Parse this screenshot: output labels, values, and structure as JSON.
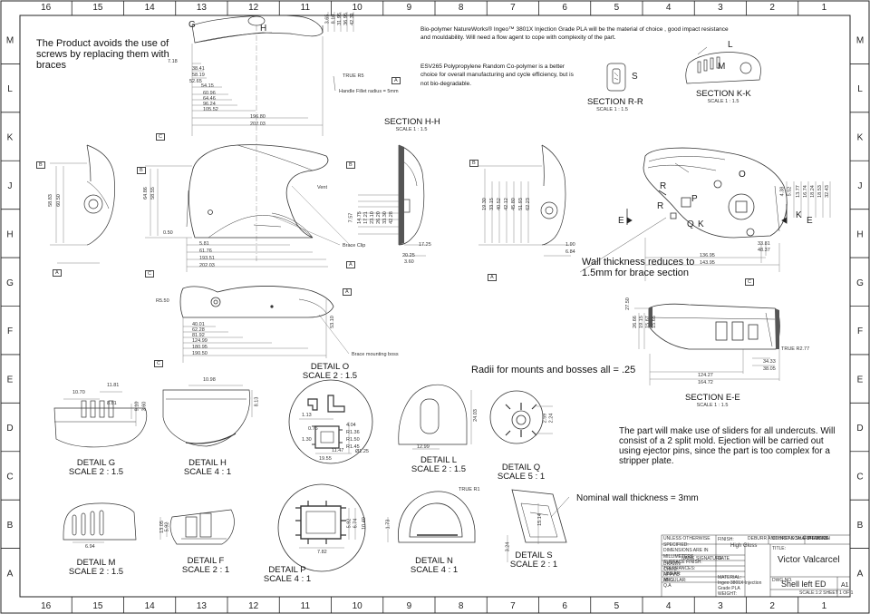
{
  "border": {
    "cols_top": [
      "16",
      "15",
      "14",
      "13",
      "12",
      "11",
      "10",
      "9",
      "8",
      "7",
      "6",
      "5",
      "4",
      "3",
      "2",
      "1"
    ],
    "cols_bottom": [
      "16",
      "15",
      "14",
      "13",
      "12",
      "11",
      "10",
      "9",
      "8",
      "7",
      "6",
      "5",
      "4",
      "3",
      "2",
      "1"
    ],
    "rows": [
      "M",
      "L",
      "K",
      "J",
      "H",
      "G",
      "F",
      "E",
      "D",
      "C",
      "B",
      "A"
    ]
  },
  "notes": {
    "screws": "The Product avoids the use of screws by replacing them with braces",
    "material_pla": "Bio-polymer NatureWorks® Ingeo™ 3801X Injection Grade PLA will be the material of choice , good impact resistance and mouldability. Will need a flow agent to cope with complexity of the part.",
    "material_esv": "ESV265 Polypropylene Random Co-polymer is a better choice for overall manufacturing and cycle efficiency, but is not bio-degradable.",
    "handle_fillet": "Handle Fillet radius = 5mm",
    "vent": "Vent",
    "brace_clip": "Brace Clip",
    "brace_boss": "Brace mounting boss",
    "wall_reduce": "Wall thickness reduces to 1.5mm for brace section",
    "radii": "Radii for mounts and bosses all = .25",
    "sliders": "The part will make use of sliders for all undercuts. Will consist of a 2 split mold. Ejection will be carried out using ejector pins, since the part is too complex for a stripper plate.",
    "nominal_wall": "Nominal wall thickness = 3mm"
  },
  "views": {
    "section_h": {
      "name": "SECTION H-H",
      "scale": "SCALE 1 : 1.5"
    },
    "section_rr": {
      "name": "SECTION R-R",
      "scale": "SCALE 1 : 1.5"
    },
    "section_kk": {
      "name": "SECTION K-K",
      "scale": "SCALE 1 : 1.5"
    },
    "section_ee": {
      "name": "SECTION E-E",
      "scale": "SCALE 1 : 1.5"
    },
    "detail_o": {
      "name": "DETAIL O",
      "scale": "SCALE 2 : 1.5"
    },
    "detail_g": {
      "name": "DETAIL G",
      "scale": "SCALE 2 : 1.5"
    },
    "detail_h": {
      "name": "DETAIL H",
      "scale": "SCALE 4 : 1"
    },
    "detail_l": {
      "name": "DETAIL L",
      "scale": "SCALE 2 : 1.5"
    },
    "detail_q": {
      "name": "DETAIL Q",
      "scale": "SCALE 5 : 1"
    },
    "detail_m": {
      "name": "DETAIL M",
      "scale": "SCALE 2 : 1.5"
    },
    "detail_f": {
      "name": "DETAIL F",
      "scale": "SCALE 2 : 1"
    },
    "detail_p": {
      "name": "DETAIL P",
      "scale": "SCALE 4 : 1"
    },
    "detail_n": {
      "name": "DETAIL N",
      "scale": "SCALE 4 : 1"
    },
    "detail_s": {
      "name": "DETAIL S",
      "scale": "SCALE 2 : 1"
    }
  },
  "view_letters": {
    "g": "G",
    "h": "H",
    "l": "L",
    "m": "M",
    "s": "S",
    "o": "O",
    "r1": "R",
    "r2": "R",
    "p": "P",
    "q": "Q",
    "k1": "K",
    "k2": "K",
    "e1": "E",
    "e2": "E",
    "ref_a": "A",
    "ref_b": "B",
    "ref_c": "C"
  },
  "dims": {
    "top_left": [
      "7.18",
      "38.41",
      "58.19",
      "52.65",
      "54.15",
      "60.96",
      "64.46",
      "96.24",
      "105.52",
      "196.80",
      "202.03"
    ],
    "top_right": [
      "3.65",
      "8.10",
      "31.96",
      "36.95",
      "42.31"
    ],
    "true_r5": "TRUE R5",
    "side": [
      "58.83",
      "60.50"
    ],
    "front": [
      "64.86",
      "58.55",
      "0.50",
      "5.81",
      "61.76",
      "193.51",
      "202.03"
    ],
    "section_h": [
      "7.57",
      "14.75",
      "17.21",
      "23.10",
      "26.20",
      "33.30",
      "42.28",
      "17.25",
      "20.25",
      "3.60"
    ],
    "right_side": [
      "19.30",
      "33.15",
      "40.52",
      "42.12",
      "45.80",
      "51.93",
      "62.23",
      "1.90",
      "6.84"
    ],
    "plan": [
      "R5.50",
      "40.01",
      "62.28",
      "81.92",
      "124.99",
      "180.95",
      "190.50"
    ],
    "plan_v": [
      "53.10"
    ],
    "section_j": [
      "4.38",
      "5.52",
      "13.77",
      "16.74",
      "18.24",
      "18.53",
      "32.43",
      "33.81",
      "48.37",
      "136.95",
      "143.95"
    ],
    "section_ee": [
      "27.50",
      "26.66",
      "19.15",
      "15.67",
      "15.65",
      "TRUE R2.77",
      "34.33",
      "38.05",
      "124.27",
      "164.72"
    ],
    "detail_g": [
      "10.70",
      "11.81",
      "8.81",
      "9.10",
      "3.60"
    ],
    "detail_h": [
      "10.98",
      "8.13"
    ],
    "detail_o": [
      "1.13",
      "0.76",
      "4.04",
      "R1.36",
      "1.30",
      "R1.50",
      "R1.45",
      "11.47",
      "19.55",
      "Ø1.25"
    ],
    "detail_l": [
      "24.03",
      "12.99"
    ],
    "detail_q": [
      "2.59",
      "2.24"
    ],
    "detail_m": [
      "6.94"
    ],
    "detail_f": [
      "13.05",
      "5.92"
    ],
    "detail_p": [
      "5.92",
      "6.74",
      "10.40",
      "7.82"
    ],
    "detail_n": [
      "1.73",
      "TRUE R1"
    ],
    "detail_s": [
      "3.24",
      "15.14"
    ]
  },
  "title_block": {
    "name": "Victor Valcarcel",
    "drawing": "Shell left ED",
    "size": "A1",
    "finish": "High Gloss",
    "label_notes": [
      "UNLESS OTHERWISE SPECIFIED:",
      "DIMENSIONS ARE IN MILLIMETERS",
      "SURFACE FINISH:",
      "TOLERANCES:",
      "LINEAR:",
      "ANGULAR:"
    ],
    "row_labels": [
      "NAME",
      "SIGNATURE",
      "DATE"
    ],
    "roles": [
      "DRAWN",
      "CHK'D",
      "APPV'D",
      "MFG",
      "Q.A"
    ],
    "material_small": "Ingeo 3801X Injection Grade PLA",
    "deburr": "DEBURR AND BREAK SHARP EDGES",
    "no_scale": "DO NOT SCALE DRAWING",
    "revision": "REVISION",
    "title_label": "TITLE:",
    "dwg_no": "DWG NO.",
    "scale_sheet": "SCALE:1:2    SHEET 1 OF 1",
    "weight": "WEIGHT:",
    "material_label": "MATERIAL:"
  }
}
